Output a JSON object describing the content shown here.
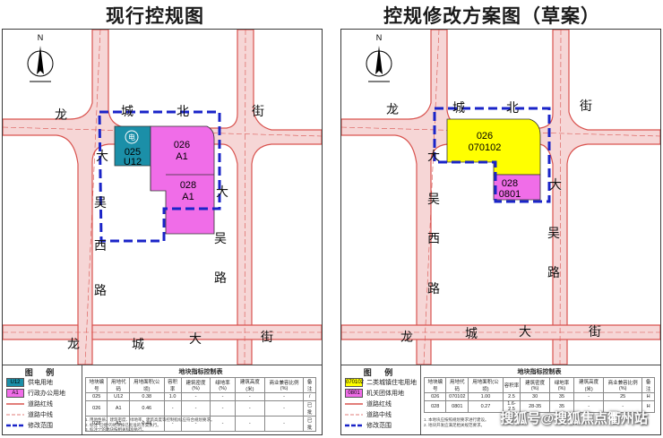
{
  "left_title": "现行控规图",
  "right_title": "控规修改方案图（草案）",
  "north": "N",
  "left_streets": [
    "龙",
    "城",
    "北",
    "街",
    "大",
    "吴",
    "西",
    "路",
    "龙",
    "城",
    "大",
    "街",
    "大",
    "吴",
    "路"
  ],
  "right_streets": [
    "龙",
    "城",
    "北",
    "街",
    "大",
    "吴",
    "西",
    "路",
    "龙",
    "城",
    "大",
    "街",
    "大",
    "吴",
    "路"
  ],
  "left_parcels": {
    "p025": {
      "id": "025",
      "code": "U12",
      "sym": "电"
    },
    "p026": {
      "id": "026",
      "code": "A1"
    },
    "p028": {
      "id": "028",
      "code": "A1"
    }
  },
  "right_parcels": {
    "p026": {
      "id": "026",
      "code": "070102"
    },
    "p028": {
      "id": "028",
      "code": "0801"
    }
  },
  "left_legend": {
    "title": "图 例",
    "items": [
      {
        "code": "U12",
        "label": "供电用地",
        "color": "#1b8fa8"
      },
      {
        "code": "A1",
        "label": "行政办公用地",
        "color": "#f06de8"
      },
      {
        "label": "道路红线"
      },
      {
        "label": "道路中线"
      },
      {
        "label": "修改范围"
      }
    ],
    "table_title": "地块指标控制表",
    "headers": [
      "地块编号",
      "用地代码",
      "用地面积(公顷)",
      "容积率",
      "建筑密度(%)",
      "绿地率(%)",
      "建筑高度(米)",
      "商业兼容比例(%)",
      "备注"
    ],
    "rows": [
      [
        "025",
        "U12",
        "0.38",
        "1.0",
        "-",
        "-",
        "-",
        "-",
        "/"
      ],
      [
        "026",
        "A1",
        "0.46",
        "-",
        "-",
        "-",
        "-",
        "-",
        "已批"
      ],
      [
        "028",
        "A1",
        "0.44",
        "-",
        "-",
        "-",
        "-",
        "-",
        "已批"
      ]
    ],
    "notes": [
      "1. 用地性质、建筑密度、绿地率、建筑高度等控制指标应符合规划要求。",
      "2. 标注\"已批\"的地块按已批准的方案执行。",
      "3. 标注\"/\"的地块按相关标准执行。"
    ]
  },
  "right_legend": {
    "title": "图 例",
    "items": [
      {
        "code": "070102",
        "label": "二类城镇住宅用地",
        "color": "#ffff00"
      },
      {
        "code": "0801",
        "label": "机关团体用地",
        "color": "#f06de8"
      },
      {
        "label": "道路红线"
      },
      {
        "label": "道路中线"
      },
      {
        "label": "修改范围"
      }
    ],
    "table_title": "地块指标控制表",
    "headers": [
      "地块编号",
      "用地代码",
      "用地面积(公顷)",
      "容积率",
      "建筑密度(%)",
      "绿地率(%)",
      "建筑高度(米)",
      "商业兼容比例(%)",
      "备注"
    ],
    "rows": [
      [
        "026",
        "070102",
        "1.00",
        "2.5",
        "30",
        "35",
        "-",
        "25",
        "H"
      ],
      [
        "028",
        "0801",
        "0.27",
        "1.6-2.5",
        "28-35",
        "35",
        "-",
        "-",
        "H"
      ]
    ],
    "notes": [
      "1. 本地块应按照规划要求进行建设。",
      "2. 地块开发应满足相关规范要求。"
    ]
  },
  "watermark": "搜狐号@搜狐焦点衢州站",
  "colors": {
    "road": "#f3cfcf",
    "redline": "#d9534f",
    "boundary": "#1a24c8",
    "u12": "#1b8fa8",
    "a1": "#f06de8",
    "r": "#ffff00"
  }
}
